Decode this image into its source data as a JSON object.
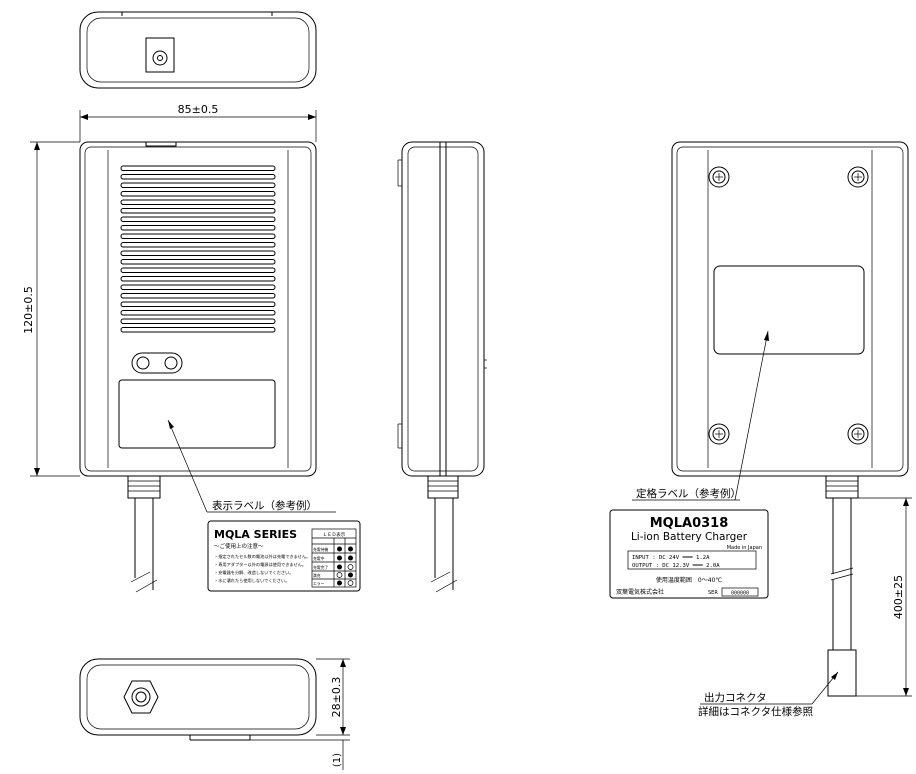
{
  "dimensions": {
    "width": "85±0.5",
    "height": "120±0.5",
    "depth": "28±0.3",
    "cable_length": "400±25",
    "extra": "(1)"
  },
  "callouts": {
    "display_label": "表示ラベル（参考例）",
    "rating_label": "定格ラベル（参考例）",
    "connector_line1": "出力コネクタ",
    "connector_line2": "詳細はコネクタ仕様参照"
  },
  "front_label": {
    "series": "MQLA SERIES",
    "subtitle": "～ご使用上の注意～",
    "led_header": "ＬＥＤ表示",
    "notes": [
      "・指定されたセル数の電池以外は充電できません。",
      "・専用アダプター以外の電源は使用できません。",
      "・充電器を分解、改造しないでください。",
      "・水に濡れたら使用しないでください。"
    ],
    "led_rows": [
      "充電待機",
      "充電中",
      "充電完了",
      "満充",
      "エラー"
    ]
  },
  "rating_label": {
    "model": "MQLA0318",
    "product": "Li-ion Battery Charger",
    "origin": "Made in Japan",
    "input": "INPUT  : DC  24V ═══  1.2A",
    "output": "OUTPUT : DC 12.3V ═══  2.0A",
    "temp": "使用温度範囲　0～40℃",
    "maker": "双葉電気株式会社",
    "ser_label": "SER",
    "ser_value": "000000"
  }
}
